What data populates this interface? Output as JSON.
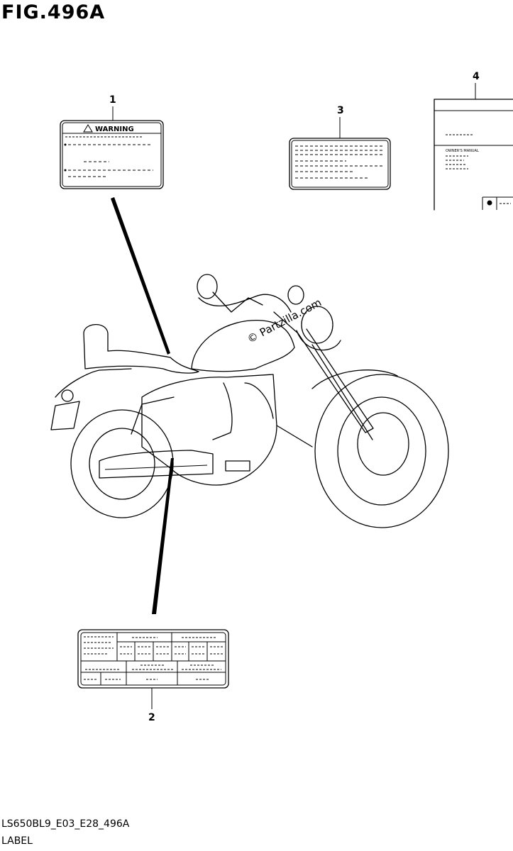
{
  "figure": {
    "title": "FIG.496A",
    "code": "LS650BL9_E03_E28_496A",
    "label": "LABEL"
  },
  "watermark": "© Partzilla.com",
  "parts": [
    {
      "number": "1",
      "text": "WARNING"
    },
    {
      "number": "2"
    },
    {
      "number": "3"
    },
    {
      "number": "4",
      "text": "OWNER'S MANUAL"
    }
  ]
}
